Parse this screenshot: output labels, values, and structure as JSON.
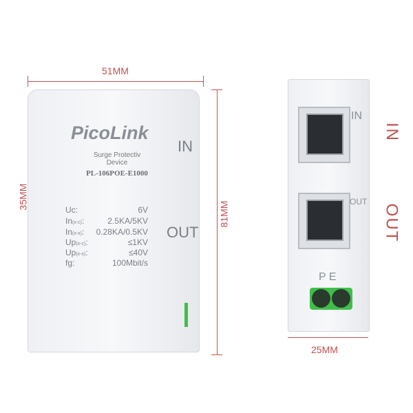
{
  "dimensions": {
    "width_left": "51MM",
    "height_inner": "35MM",
    "height_total": "81MM",
    "width_right": "25MM"
  },
  "left_device": {
    "brand": "PicoLink",
    "subtitle_line1": "Surge Protectiv",
    "subtitle_line2": "Device",
    "model": "PL-106POE-E1000",
    "in_label": "IN",
    "out_label": "OUT",
    "specs": [
      {
        "key": "Uc:",
        "sub": "",
        "value": "6V"
      },
      {
        "key": "In",
        "sub": "(x-c)",
        "sep": ":",
        "value": "2.5KA/5KV"
      },
      {
        "key": "In",
        "sub": "(x-x)",
        "sep": ":",
        "value": "0.28KA/0.5KV"
      },
      {
        "key": "Up",
        "sub": "(x-c)",
        "sep": ":",
        "value": "≤1KV"
      },
      {
        "key": "Up",
        "sub": "(x-x)",
        "sep": ":",
        "value": "≤40V"
      },
      {
        "key": "fg:",
        "sub": "",
        "value": "100Mbit/s"
      }
    ]
  },
  "right_device": {
    "port_in_label": "IN",
    "port_out_label": "OUT",
    "pe_label": "P E"
  },
  "side_labels": {
    "in": "IN",
    "out": "OUT"
  },
  "colors": {
    "dimension": "#c9504f",
    "terminal": "#3fbf4a"
  }
}
